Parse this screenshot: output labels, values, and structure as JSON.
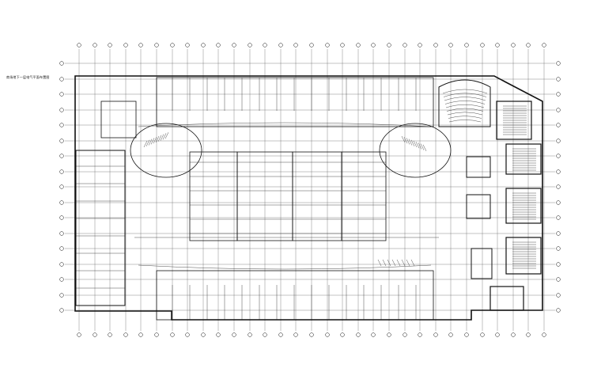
{
  "drawing": {
    "title_note": "商场地下一层电气平面布置图",
    "line_color": "#111111",
    "paper_color": "#ffffff",
    "column_grid": "on",
    "axis_bubbles": "on"
  }
}
